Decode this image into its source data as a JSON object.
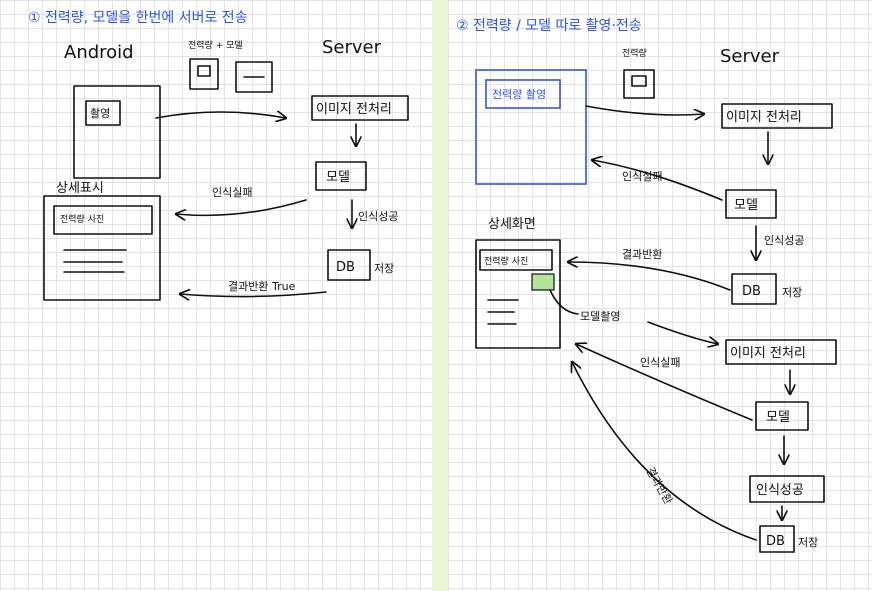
{
  "left": {
    "title": "① 전력량, 모델을 한번에 서버로 전송",
    "col_android": "Android",
    "col_server": "Server",
    "icon_caption": "전력량 + 모델",
    "capture_button": "촬영",
    "detail_title": "상세표시",
    "detail_photo": "전력량 사진",
    "step_preprocess": "이미지 전처리",
    "step_model": "모델",
    "step_db": "DB",
    "db_suffix": "저장",
    "label_fail": "인식실패",
    "label_success": "인식성공",
    "label_result": "결과반환 True"
  },
  "right": {
    "title": "② 전력량 / 모델 따로 촬영·전송",
    "col_server": "Server",
    "icon_caption": "전력량",
    "capture_button": "전력량 촬영",
    "detail_title": "상세화면",
    "detail_photo": "전력량 사진",
    "model_capture": "모델촬영",
    "step_preprocess": "이미지 전처리",
    "step_model": "모델",
    "step_db": "DB",
    "db_suffix": "저장",
    "label_fail": "인식실패",
    "label_success": "인식성공",
    "label_result": "결과반환",
    "step_preprocess_2": "이미지 전처리",
    "step_model_2": "모델",
    "step_success_2": "인식성공",
    "step_db_2": "DB",
    "db_suffix_2": "저장",
    "label_fail_2": "인식실패",
    "label_result_2": "결과반환"
  },
  "colors": {
    "ink": "#111111",
    "blue": "#2f55e8",
    "divider": "#e9f7d6",
    "grid": "#e3e3e3",
    "highlight": "#b6e39a"
  }
}
